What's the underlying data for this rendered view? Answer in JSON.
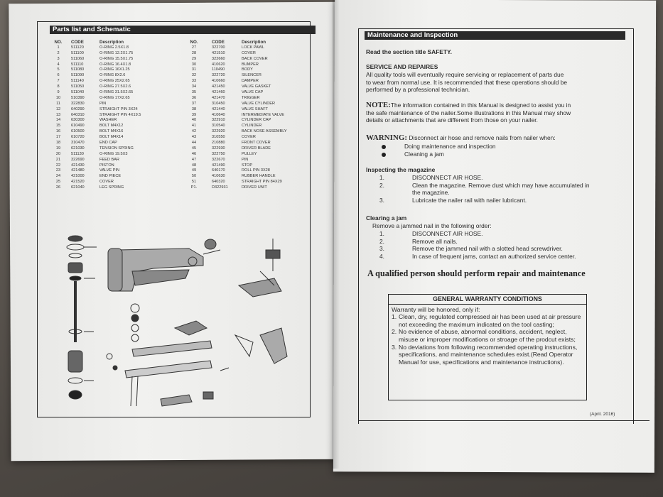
{
  "left": {
    "header": "Parts list and Schematic",
    "col_headers": [
      "NO.",
      "CODE",
      "Description",
      "NO.",
      "CODE",
      "Description"
    ],
    "parts_left": [
      [
        "1",
        "511120",
        "O-RING 2.5X1.8"
      ],
      [
        "2",
        "511100",
        "O-RING 12.2X1.75"
      ],
      [
        "3",
        "511060",
        "O-RING 15.5X1.75"
      ],
      [
        "4",
        "511110",
        "O-RING 16.4X1.8"
      ],
      [
        "5",
        "511080",
        "O-RING 16X1.25"
      ],
      [
        "6",
        "511090",
        "O-RING 8X2.6"
      ],
      [
        "7",
        "511140",
        "O-RING 25X2.65"
      ],
      [
        "8",
        "511050",
        "O-RING 27.5X2.6"
      ],
      [
        "9",
        "511040",
        "O-RING 31.5X2.65"
      ],
      [
        "10",
        "510390",
        "O-RING 17X2.65"
      ],
      [
        "11",
        "322830",
        "PIN"
      ],
      [
        "12",
        "640290",
        "STRAIGHT PIN 3X24"
      ],
      [
        "13",
        "640310",
        "STRAIGHT PIN 4X19.5"
      ],
      [
        "14",
        "630300",
        "WASHER"
      ],
      [
        "15",
        "610490",
        "BOLT M4X12"
      ],
      [
        "16",
        "610500",
        "BOLT M4X16"
      ],
      [
        "17",
        "610720",
        "BOLT M4X14"
      ],
      [
        "18",
        "310470",
        "END CAP"
      ],
      [
        "19",
        "621030",
        "TENSION SPRING"
      ],
      [
        "20",
        "511130",
        "O-RING 19.5X3"
      ],
      [
        "21",
        "322690",
        "FEED BAR"
      ],
      [
        "22",
        "421430",
        "PISTON"
      ],
      [
        "23",
        "421480",
        "VALVE PIN"
      ],
      [
        "24",
        "421000",
        "END PIECE"
      ],
      [
        "25",
        "421520",
        "COVER"
      ],
      [
        "26",
        "621040",
        "LEG SPRING"
      ]
    ],
    "parts_right": [
      [
        "27",
        "322700",
        "LOCK PAWL"
      ],
      [
        "28",
        "421510",
        "COVER"
      ],
      [
        "29",
        "322660",
        "BACK COVER"
      ],
      [
        "30",
        "410620",
        "BUMPER"
      ],
      [
        "31",
        "110490",
        "BODY"
      ],
      [
        "32",
        "322720",
        "SILENCER"
      ],
      [
        "33",
        "410660",
        "DAMPER"
      ],
      [
        "34",
        "421450",
        "VALVE GASKET"
      ],
      [
        "35",
        "421460",
        "VALVE CAP"
      ],
      [
        "36",
        "421470",
        "TRIGGER"
      ],
      [
        "37",
        "310450",
        "VALVE CYLINDER"
      ],
      [
        "38",
        "421440",
        "VALVE SHAFT"
      ],
      [
        "39",
        "410640",
        "INTERMEDIATE VALVE"
      ],
      [
        "40",
        "322910",
        "CYLINDER CAP"
      ],
      [
        "41",
        "310540",
        "CYLINDER"
      ],
      [
        "42",
        "322920",
        "BACK NOSE ASSEMBLY"
      ],
      [
        "43",
        "310550",
        "COVER"
      ],
      [
        "44",
        "210880",
        "FRONT COVER"
      ],
      [
        "45",
        "322930",
        "DRIVER BLADE"
      ],
      [
        "46",
        "322750",
        "PULLEY"
      ],
      [
        "47",
        "322670",
        "PIN"
      ],
      [
        "48",
        "421490",
        "STOP"
      ],
      [
        "49",
        "640170",
        "ROLL PIN 3X28"
      ],
      [
        "50",
        "410630",
        "RUBBER HANDLE"
      ],
      [
        "51",
        "640320",
        "STRAIGHT PIN 84X29"
      ],
      [
        "P1.",
        "D322931",
        "DRIVER UNIT"
      ]
    ]
  },
  "right": {
    "header": "Maintenance and Inspection",
    "read_safety": "Read the section title SAFETY.",
    "service_title": "SERVICE AND REPAIRES",
    "service_lines": [
      "All quality tools will eventually require servicing or replacement of parts due",
      "to wear from normal use. It is recommended that these operations should be",
      "performed by a professional technician."
    ],
    "note_label": "NOTE:",
    "note_lines": [
      "The information contained in this Manual is designed to assist you in",
      "the safe maintenance of the nailer.Some illustrations in this Manual may show",
      "details or attachments that are different from those on your nailer."
    ],
    "warning_label": "WARNING:",
    "warning_text": " Disconnect air hose and remove nails from nailer when:",
    "warning_bullets": [
      "Doing maintenance and inspection",
      "Cleaning a jam"
    ],
    "inspect_title": "Inspecting the magazine",
    "inspect_items": [
      [
        "1.",
        "DISCONNECT AIR HOSE."
      ],
      [
        "2.",
        "Clean the magazine. Remove dust which may have accumulated in"
      ],
      [
        "",
        "the magazine."
      ],
      [
        "3.",
        "Lubricate the nailer rail with nailer lubricant."
      ]
    ],
    "jam_title": "Clearing a jam",
    "jam_intro": "Remove a jammed nail in the following order:",
    "jam_items": [
      [
        "1.",
        "DISCONNECT AIR HOSE."
      ],
      [
        "2.",
        "Remove all nails."
      ],
      [
        "3.",
        "Remove the jammed nail with a slotted head screwdriver."
      ],
      [
        "4.",
        "In case of frequent jams, contact an authorized service center."
      ]
    ],
    "qualified": "A qualified person should perform repair and maintenance",
    "warranty": {
      "title": "GENERAL WARRANTY CONDITIONS",
      "intro": "Warranty will be honored, only if:",
      "conditions": [
        [
          "1.",
          "Clean, dry, regulated compressed air has been used at air pressure not exceeding the maximum indicated on the tool casting;"
        ],
        [
          "2.",
          "No evidence of abuse, abnormal conditions, accident, neglect, misuse or improper modifications or stroage of the prodcut exists;"
        ],
        [
          "3.",
          "No deviations from following recommended operating instructions, specifications, and maintenance schedules exist.(Read Operator Manual for use, specifications and maintenance instructions)."
        ]
      ]
    },
    "date": "(April. 2016)"
  }
}
